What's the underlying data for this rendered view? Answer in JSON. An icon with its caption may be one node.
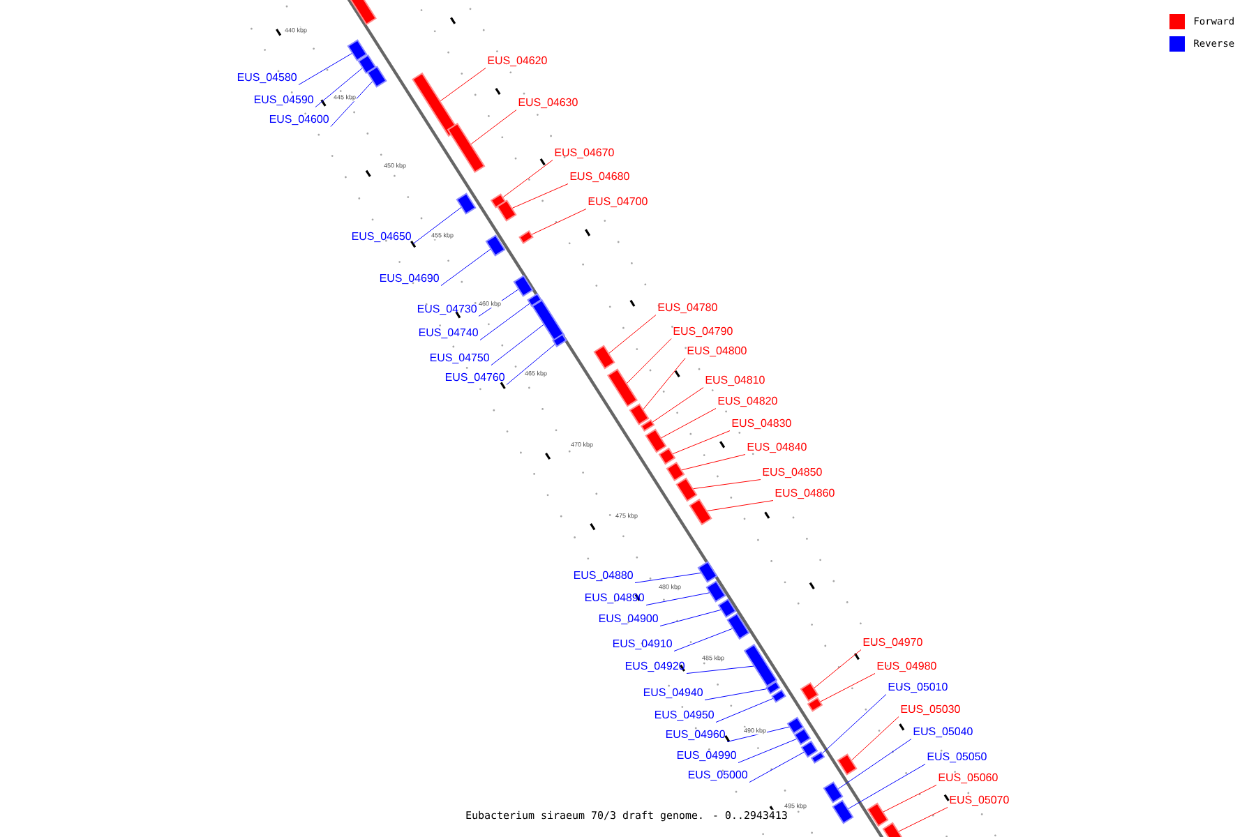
{
  "diagram": {
    "caption": "Eubacterium siraeum 70/3 draft genome. - 0..2943413",
    "nodes": [
      {
        "text": [
          "EUS_04580"
        ]
      },
      {
        "text": [],
        "shape": "box"
      },
      {
        "text": [
          "EUS_04590"
        ]
      },
      {
        "text": [],
        "shape": "box"
      },
      {
        "text": [
          "EUS_04600"
        ]
      },
      {
        "text": [],
        "shape": "box"
      },
      {
        "text": [
          "EUS_04620"
        ]
      },
      {
        "text": [],
        "shape": "box"
      },
      {
        "text": [
          "EUS_04630"
        ]
      },
      {
        "text": [],
        "shape": "box"
      },
      {
        "text": [
          "EUS_04670"
        ]
      },
      {
        "text": [],
        "shape": "box"
      },
      {
        "text": [
          "EUS_04680"
        ]
      },
      {
        "text": [],
        "shape": "box"
      },
      {
        "text": [
          "EUS_04700"
        ]
      },
      {
        "text": [],
        "shape": "box"
      },
      {
        "text": [
          "EUS_04650"
        ]
      },
      {
        "text": [],
        "shape": "box"
      },
      {
        "text": [
          "EUS_04690"
        ]
      },
      {
        "text": [],
        "shape": "box"
      },
      {
        "text": [
          "EUS_04730"
        ]
      },
      {
        "text": [],
        "shape": "box"
      },
      {
        "text": [
          "EUS_04740"
        ]
      },
      {
        "text": [],
        "shape": "box"
      },
      {
        "text": [
          "EUS_04750"
        ]
      },
      {
        "text": [],
        "shape": "box"
      },
      {
        "text": [
          "EUS_04760"
        ]
      },
      {
        "text": [],
        "shape": "box"
      },
      {
        "text": [
          "EUS_04780"
        ]
      },
      {
        "text": [],
        "shape": "box"
      },
      {
        "text": [
          "EUS_04790"
        ]
      },
      {
        "text": [],
        "shape": "box"
      },
      {
        "text": [
          "EUS_04800"
        ]
      },
      {
        "text": [],
        "shape": "box"
      },
      {
        "text": [
          "EUS_04810"
        ]
      },
      {
        "text": [],
        "shape": "box"
      },
      {
        "text": [
          "EUS_04820"
        ]
      },
      {
        "text": [],
        "shape": "box"
      },
      {
        "text": [
          "EUS_04830"
        ]
      },
      {
        "text": [],
        "shape": "box"
      },
      {
        "text": [
          "EUS_04840"
        ]
      },
      {
        "text": [],
        "shape": "box"
      },
      {
        "text": [
          "EUS_04850"
        ]
      },
      {
        "text": [],
        "shape": "box"
      },
      {
        "text": [
          "EUS_04860"
        ]
      },
      {
        "text": [],
        "shape": "box"
      },
      {
        "text": [
          "EUS_04880"
        ]
      },
      {
        "text": [],
        "shape": "box"
      },
      {
        "text": [
          "EUS_04890"
        ]
      },
      {
        "text": [],
        "shape": "box"
      },
      {
        "text": [
          "EUS_04900"
        ]
      },
      {
        "text": [],
        "shape": "box"
      },
      {
        "text": [
          "EUS_04910"
        ]
      },
      {
        "text": [],
        "shape": "box"
      },
      {
        "text": [
          "EUS_04920"
        ]
      },
      {
        "text": [],
        "shape": "box"
      },
      {
        "text": [
          "EUS_04940"
        ]
      },
      {
        "text": [],
        "shape": "box"
      },
      {
        "text": [
          "EUS_04950"
        ]
      },
      {
        "text": [],
        "shape": "box"
      },
      {
        "text": [
          "EUS_04960"
        ]
      },
      {
        "text": [],
        "shape": "box"
      },
      {
        "text": [
          "EUS_04970"
        ]
      },
      {
        "text": [],
        "shape": "box"
      },
      {
        "text": [
          "EUS_04980"
        ]
      },
      {
        "text": [],
        "shape": "box"
      },
      {
        "text": [
          "EUS_05010"
        ]
      },
      {
        "text": [],
        "shape": "box"
      },
      {
        "text": [
          "EUS_04990"
        ]
      },
      {
        "text": [],
        "shape": "box"
      },
      {
        "text": [
          "EUS_05000"
        ]
      },
      {
        "text": [],
        "shape": "box"
      },
      {
        "text": [
          "EUS_05030"
        ]
      },
      {
        "text": [],
        "shape": "box"
      },
      {
        "text": [
          "EUS_05040"
        ]
      },
      {
        "text": [],
        "shape": "box"
      },
      {
        "text": [
          "EUS_05050"
        ]
      },
      {
        "text": [],
        "shape": "box"
      },
      {
        "text": [
          "EUS_05060"
        ]
      },
      {
        "text": [],
        "shape": "box"
      },
      {
        "text": [
          "EUS_05070"
        ]
      },
      {
        "text": [],
        "shape": "box"
      },
      {
        "text": [],
        "shape": "box"
      }
    ],
    "edges": [
      {
        "from": 0,
        "to": 1,
        "arrow": "none"
      },
      {
        "from": 2,
        "to": 3,
        "arrow": "none"
      },
      {
        "from": 4,
        "to": 5,
        "arrow": "none"
      },
      {
        "from": 6,
        "to": 7,
        "arrow": "none",
        "color": "#ff0000"
      },
      {
        "from": 8,
        "to": 9,
        "arrow": "none",
        "color": "#ff0000"
      },
      {
        "from": 10,
        "to": 11,
        "arrow": "none",
        "color": "#ff0000"
      },
      {
        "from": 12,
        "to": 13,
        "arrow": "none",
        "color": "#ff0000"
      },
      {
        "from": 14,
        "to": 15,
        "arrow": "none",
        "color": "#ff0000"
      },
      {
        "from": 16,
        "to": 17,
        "arrow": "none"
      },
      {
        "from": 18,
        "to": 19,
        "arrow": "none"
      },
      {
        "from": 20,
        "to": 21,
        "arrow": "none"
      },
      {
        "from": 22,
        "to": 23,
        "arrow": "none"
      },
      {
        "from": 24,
        "to": 25,
        "arrow": "none"
      },
      {
        "from": 26,
        "to": 27,
        "arrow": "none"
      },
      {
        "from": 28,
        "to": 29,
        "arrow": "none",
        "color": "#ff0000"
      },
      {
        "from": 30,
        "to": 31,
        "arrow": "none",
        "color": "#ff0000"
      },
      {
        "from": 32,
        "to": 33,
        "arrow": "none",
        "color": "#ff0000"
      },
      {
        "from": 34,
        "to": 35,
        "arrow": "none",
        "color": "#ff0000"
      },
      {
        "from": 36,
        "to": 37,
        "arrow": "none",
        "color": "#ff0000"
      },
      {
        "from": 38,
        "to": 39,
        "arrow": "none",
        "color": "#ff0000"
      },
      {
        "from": 40,
        "to": 41,
        "arrow": "none",
        "color": "#ff0000"
      },
      {
        "from": 42,
        "to": 43,
        "arrow": "none",
        "color": "#ff0000"
      },
      {
        "from": 44,
        "to": 45,
        "arrow": "none",
        "color": "#ff0000"
      },
      {
        "from": 46,
        "to": 47,
        "arrow": "none"
      },
      {
        "from": 48,
        "to": 49,
        "arrow": "none"
      },
      {
        "from": 50,
        "to": 51,
        "arrow": "none"
      },
      {
        "from": 52,
        "to": 53,
        "arrow": "none"
      },
      {
        "from": 54,
        "to": 55,
        "arrow": "none"
      },
      {
        "from": 56,
        "to": 57,
        "arrow": "none"
      },
      {
        "from": 58,
        "to": 59,
        "arrow": "none"
      },
      {
        "from": 60,
        "to": 61,
        "arrow": "none"
      },
      {
        "from": 62,
        "to": 63,
        "arrow": "none",
        "color": "#ff0000"
      },
      {
        "from": 64,
        "to": 65,
        "arrow": "none",
        "color": "#ff0000"
      },
      {
        "from": 66,
        "to": 67,
        "arrow": "none"
      },
      {
        "from": 68,
        "to": 69,
        "arrow": "none"
      },
      {
        "from": 70,
        "to": 71,
        "arrow": "none"
      },
      {
        "from": 72,
        "to": 73,
        "arrow": "none",
        "color": "#ff0000"
      },
      {
        "from": 74,
        "to": 75,
        "arrow": "none"
      },
      {
        "from": 76,
        "to": 77,
        "arrow": "none"
      },
      {
        "from": 78,
        "to": 79,
        "arrow": "none",
        "color": "#ff0000"
      },
      {
        "from": 80,
        "to": 81,
        "arrow": "none",
        "color": "#ff0000"
      }
    ],
    "labels": [
      "440 kbp",
      "445 kbp",
      "450 kbp",
      "455 kbp",
      "460 kbp",
      "465 kbp",
      "470 kbp",
      "475 kbp",
      "480 kbp",
      "485 kbp",
      "490 kbp",
      "495 kbp"
    ],
    "legend": [
      {
        "text": "Forward",
        "color": "#ff0000"
      },
      {
        "text": "Reverse",
        "color": "#0000ff"
      }
    ]
  }
}
